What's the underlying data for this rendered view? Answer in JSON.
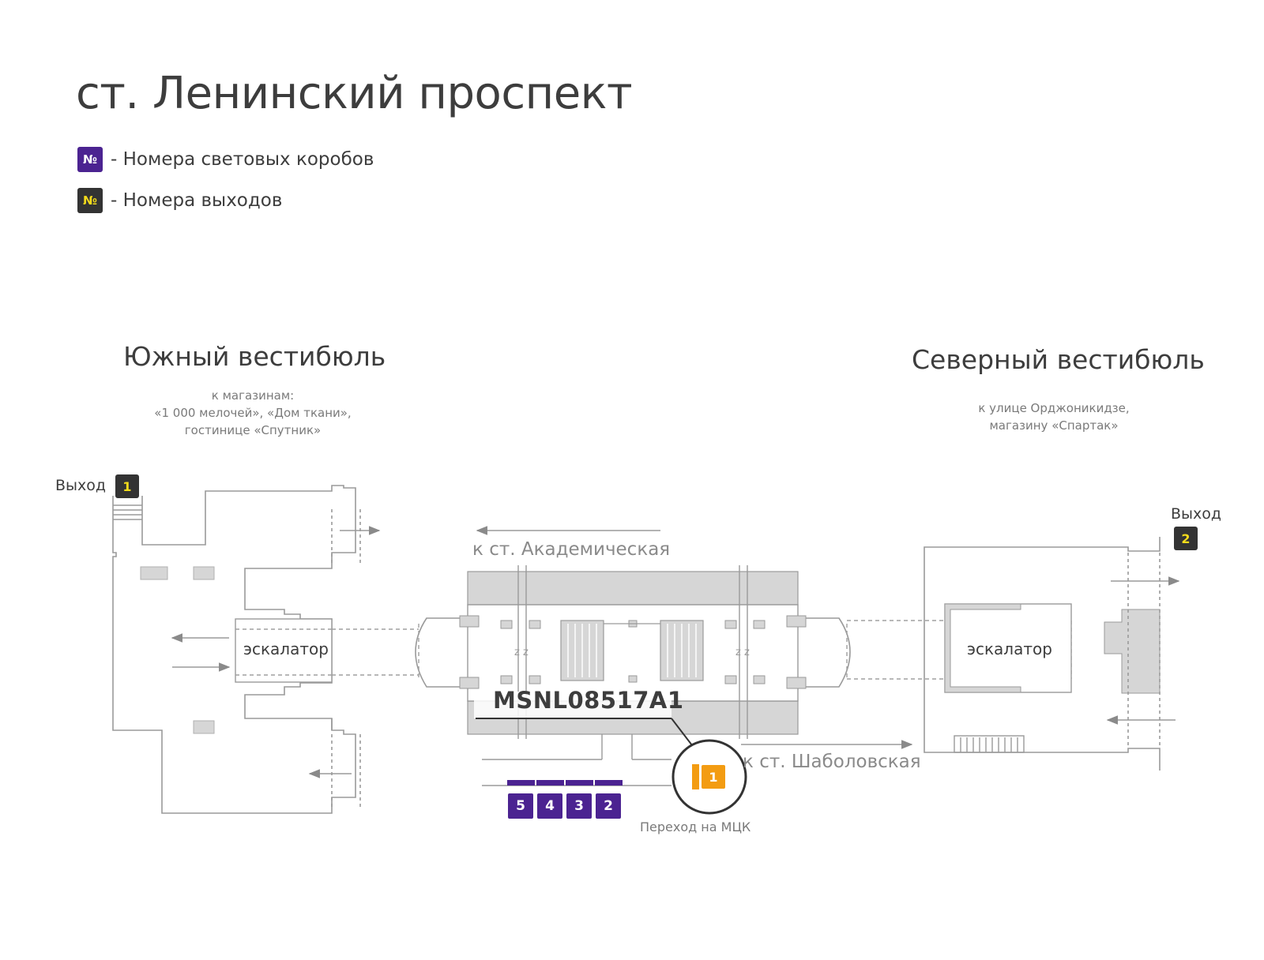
{
  "title": "ст. Ленинский проспект",
  "legend": [
    {
      "badge": "№",
      "text": "- Номера световых коробов",
      "color": "#4b2391"
    },
    {
      "badge": "№",
      "text": "- Номера выходов",
      "color": "#333333"
    }
  ],
  "south_vestibule": {
    "title": "Южный вестибюль",
    "subtitle_lines": [
      "к магазинам:",
      "«1 000 мелочей», «Дом ткани»,",
      "гостинице «Спутник»"
    ],
    "exit_label": "Выход",
    "exit_number": "1",
    "escalator_label": "эскалатор"
  },
  "north_vestibule": {
    "title": "Северный вестибюль",
    "subtitle_lines": [
      "к улице Орджоникидзе,",
      "магазину «Спартак»"
    ],
    "exit_label": "Выход",
    "exit_number": "2",
    "escalator_label": "эскалатор"
  },
  "platform": {
    "direction_left": "к ст. Академическая",
    "direction_right": "к ст. Шаболовская",
    "code": "MSNL08517A1",
    "transfer_label": "Переход на МЦК",
    "transfer_number": "1",
    "lightboxes": [
      "5",
      "4",
      "3",
      "2"
    ]
  },
  "colors": {
    "lightbox": "#4b2391",
    "exit_badge": "#333333",
    "exit_number": "#f5dc1b",
    "highlight": "#f39c12",
    "walls": "#9a9a9a",
    "fill": "#d6d6d6"
  }
}
